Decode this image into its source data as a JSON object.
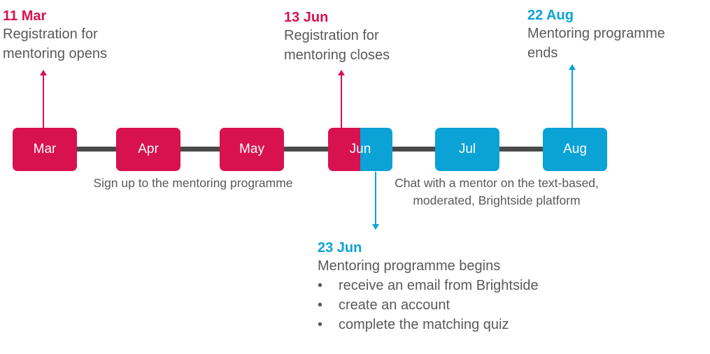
{
  "months": [
    {
      "label": "Mar"
    },
    {
      "label": "Apr"
    },
    {
      "label": "May"
    },
    {
      "label": "Jun"
    },
    {
      "label": "Jul"
    },
    {
      "label": "Aug"
    }
  ],
  "events": {
    "registration_opens": {
      "date": "11 Mar",
      "line1": "Registration for",
      "line2": "mentoring opens"
    },
    "registration_closes": {
      "date": "13 Jun",
      "line1": "Registration for",
      "line2": "mentoring closes"
    },
    "programme_ends": {
      "date": "22 Aug",
      "line1": "Mentoring programme",
      "line2": "ends"
    },
    "programme_begins": {
      "date": "23 Jun",
      "title": "Mentoring programme begins",
      "bullets": [
        "receive an email from Brightside",
        "create an account",
        "complete the matching quiz"
      ]
    }
  },
  "phases": {
    "signup": "Sign up to the mentoring programme",
    "chat_line1": "Chat with a mentor on the text-based,",
    "chat_line2": "moderated, Brightside platform"
  },
  "colors": {
    "red": "#d8124f",
    "blue": "#0ba2d6",
    "bar": "#4a4a4a",
    "text": "#595959"
  }
}
